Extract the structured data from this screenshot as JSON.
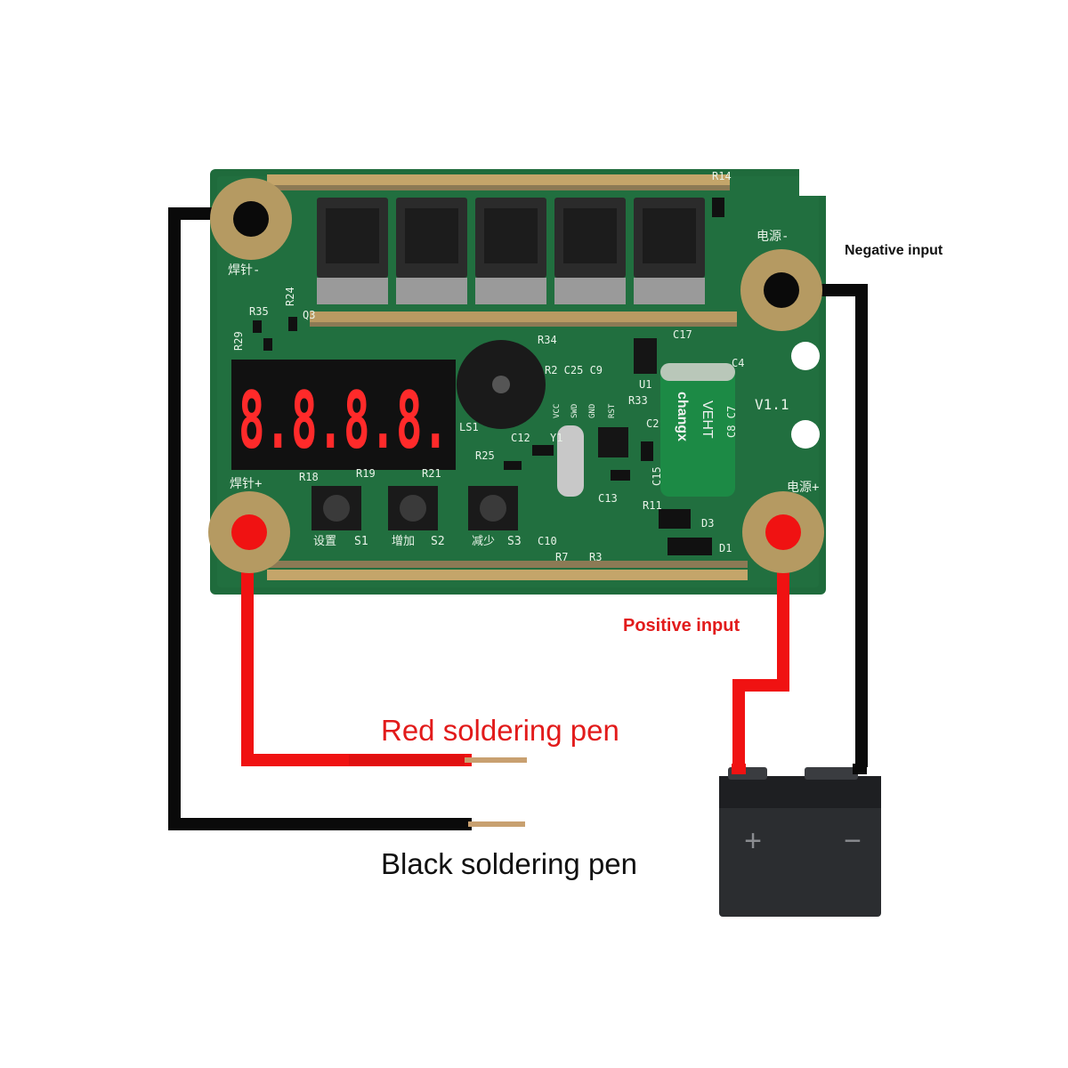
{
  "labels": {
    "negative_input": "Negative input",
    "positive_input": "Positive input",
    "red_pen": "Red soldering pen",
    "black_pen": "Black soldering pen"
  },
  "board": {
    "version": "V1.1",
    "display_digits": "8.8.8.8.",
    "capacitor_text": "changx",
    "capacitor_text2": "VEHT",
    "silk_weld_neg": "焊针-",
    "silk_weld_pos": "焊针+",
    "silk_power_neg": "电源-",
    "silk_power_pos": "电源+",
    "buttons": [
      {
        "label": "设置",
        "ref": "S1"
      },
      {
        "label": "增加",
        "ref": "S2"
      },
      {
        "label": "减少",
        "ref": "S3"
      }
    ],
    "refs": {
      "r14": "R14",
      "r24": "R24",
      "r35": "R35",
      "r29": "R29",
      "q3": "Q3",
      "r34": "R34",
      "c25": "R2 C25 C9",
      "r33": "R33",
      "u1": "U1",
      "c17": "C17",
      "c8c7": "C8 C7",
      "c4": "C4",
      "c2": "C2",
      "ls1": "LS1",
      "c12": "C12",
      "r25": "R25",
      "c15": "C15",
      "c13": "C13",
      "r11": "R11",
      "d3": "D3",
      "d1": "D1",
      "c10": "C10",
      "r7": "R7",
      "r3": "R3",
      "r18": "R18",
      "r19": "R19",
      "r21": "R21",
      "vcc": "VCC",
      "swd": "SWD",
      "gnd": "GND",
      "rst": "RST",
      "y1": "Y1"
    }
  },
  "battery": {
    "plus": "+",
    "minus": "−"
  },
  "colors": {
    "pcb": "#1f6b3c",
    "pcb_dark": "#174f2d",
    "pad": "#b59a62",
    "red_wire": "#f01212",
    "black_wire": "#0a0a0a",
    "segment": "#ff2a2a",
    "positive_label": "#e21b1b",
    "red_label": "#e21b1b",
    "battery": "#2b2d30"
  }
}
